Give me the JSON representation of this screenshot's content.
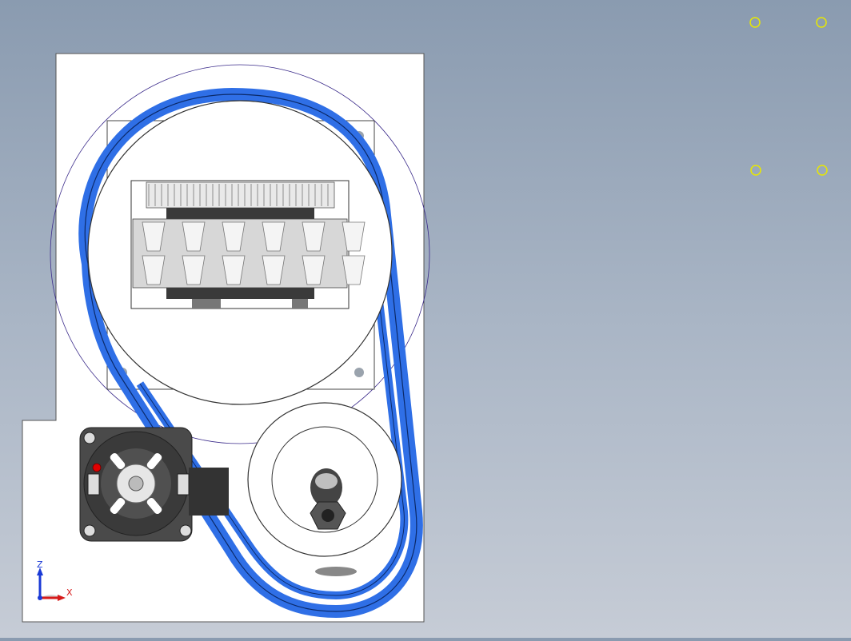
{
  "view": {
    "background_top": "#8a9bb0",
    "background_bottom": "#c6ccd6"
  },
  "model": {
    "belt_color": "#2f6fe6",
    "plate_color": "#ffffff",
    "outline_color": "#333333",
    "reference_circle_color": "#3a2a8a",
    "marker_color": "#e8e800",
    "indicator_color": "#e00000",
    "components": [
      "base-plate",
      "large-pulley",
      "toothed-gear",
      "small-pulley",
      "motor",
      "drive-belt"
    ]
  },
  "triad": {
    "z_label": "Z",
    "x_label": "X",
    "z_color": "#1a3ad6",
    "x_color": "#d61a1a"
  }
}
